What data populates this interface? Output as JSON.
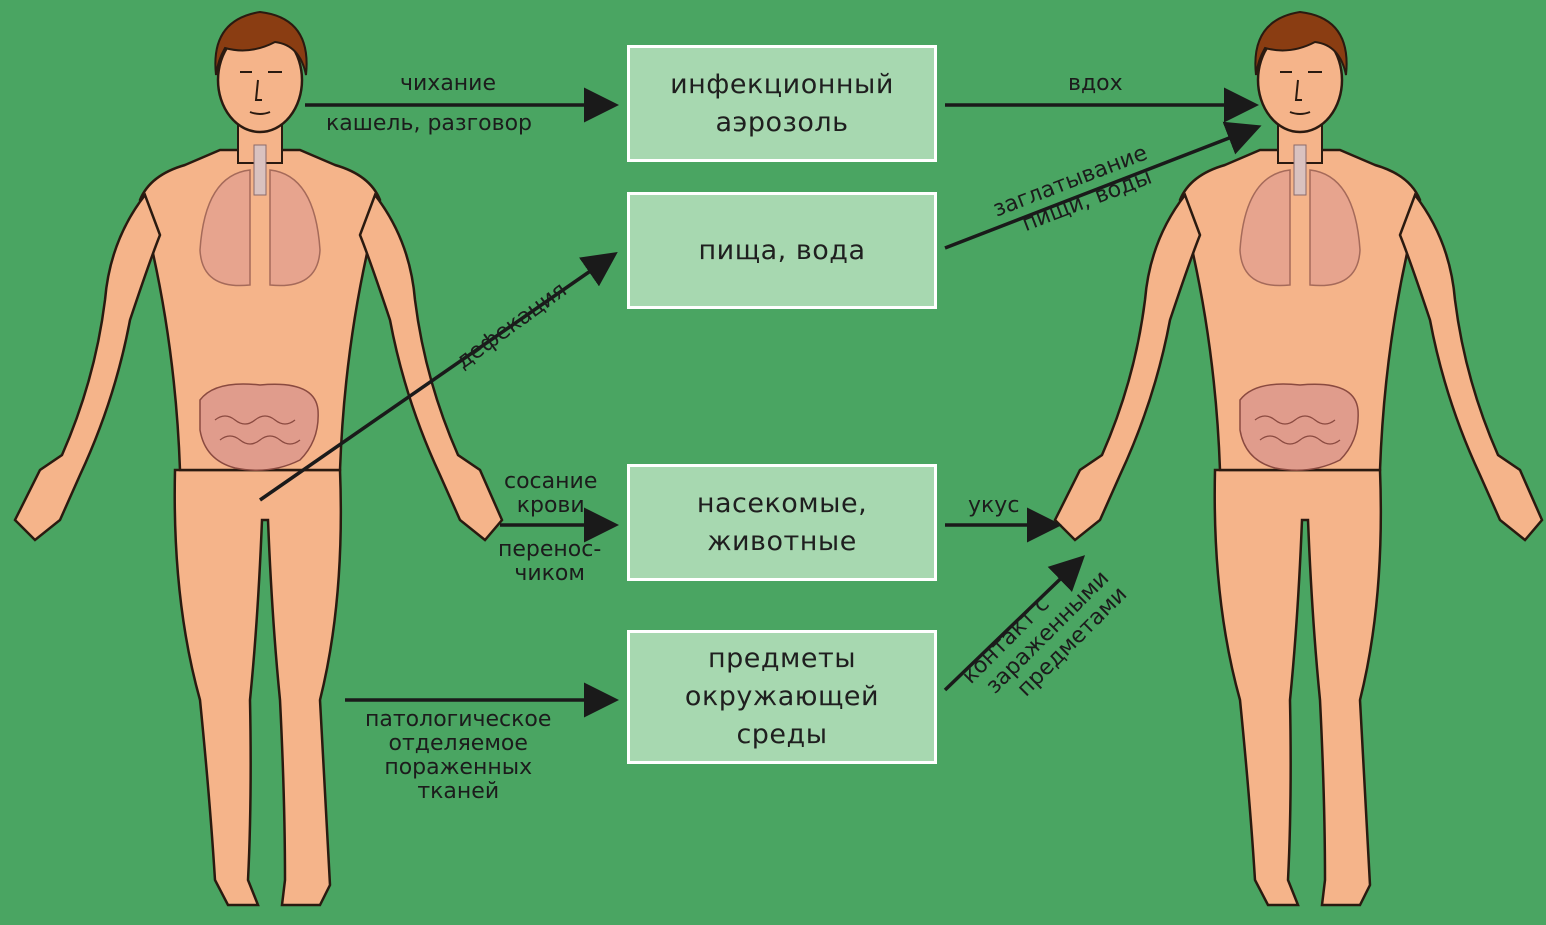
{
  "boxes": {
    "aerosol": [
      "инфекционный",
      "аэрозоль"
    ],
    "food": [
      "пища,  вода"
    ],
    "insects": [
      "насекомые,",
      "животные"
    ],
    "objects": [
      "предметы",
      "окружающей",
      "среды"
    ]
  },
  "labels": {
    "sneeze": "чихание",
    "cough": "кашель, разговор",
    "inhale": "вдох",
    "swallow_1": "заглатывание",
    "swallow_2": "пищи, воды",
    "defecation": "дефекация",
    "blood_1": "сосание",
    "blood_2": "крови",
    "carrier_1": "перенос-",
    "carrier_2": "чиком",
    "bite": "укус",
    "contact_1": "контакт с",
    "contact_2": "зараженными",
    "contact_3": "предметами",
    "discharge_1": "патологическое",
    "discharge_2": "отделяемое",
    "discharge_3": "пораженных",
    "discharge_4": "тканей"
  },
  "colors": {
    "background": "#4aa562",
    "box_fill": "#a7d8b0",
    "box_border": "#ffffff",
    "skin": "#f5b48a",
    "hair": "#8a3d12",
    "arrow": "#1a1a1a"
  }
}
